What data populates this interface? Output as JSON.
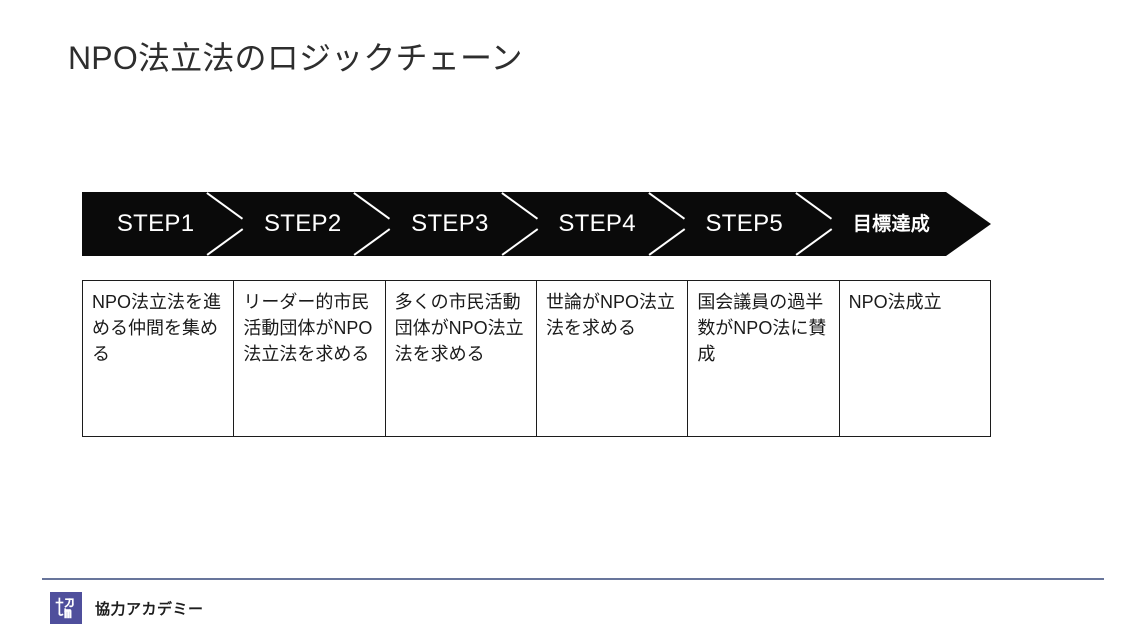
{
  "slide": {
    "title": "NPO法立法のロジックチェーン"
  },
  "chevron": {
    "steps": [
      {
        "label": "STEP1",
        "kind": "step"
      },
      {
        "label": "STEP2",
        "kind": "step"
      },
      {
        "label": "STEP3",
        "kind": "step"
      },
      {
        "label": "STEP4",
        "kind": "step"
      },
      {
        "label": "STEP5",
        "kind": "step"
      },
      {
        "label": "目標達成",
        "kind": "goal"
      }
    ],
    "background_color": "#0a0a0a",
    "text_color": "#ffffff"
  },
  "table": {
    "cells": [
      "NPO法立法を進める仲間を集める",
      "リーダー的市民活動団体がNPO法立法を求める",
      "多くの市民活動団体がNPO法立法を求める",
      "世論がNPO法立法を求める",
      "国会議員の過半数がNPO法に賛成",
      "NPO法成立"
    ],
    "border_color": "#1c1c1c"
  },
  "footer": {
    "brand_name": "協力アカデミー",
    "logo_glyph": "協",
    "logo_color": "#4f4f9c",
    "rule_color": "#68759b"
  }
}
